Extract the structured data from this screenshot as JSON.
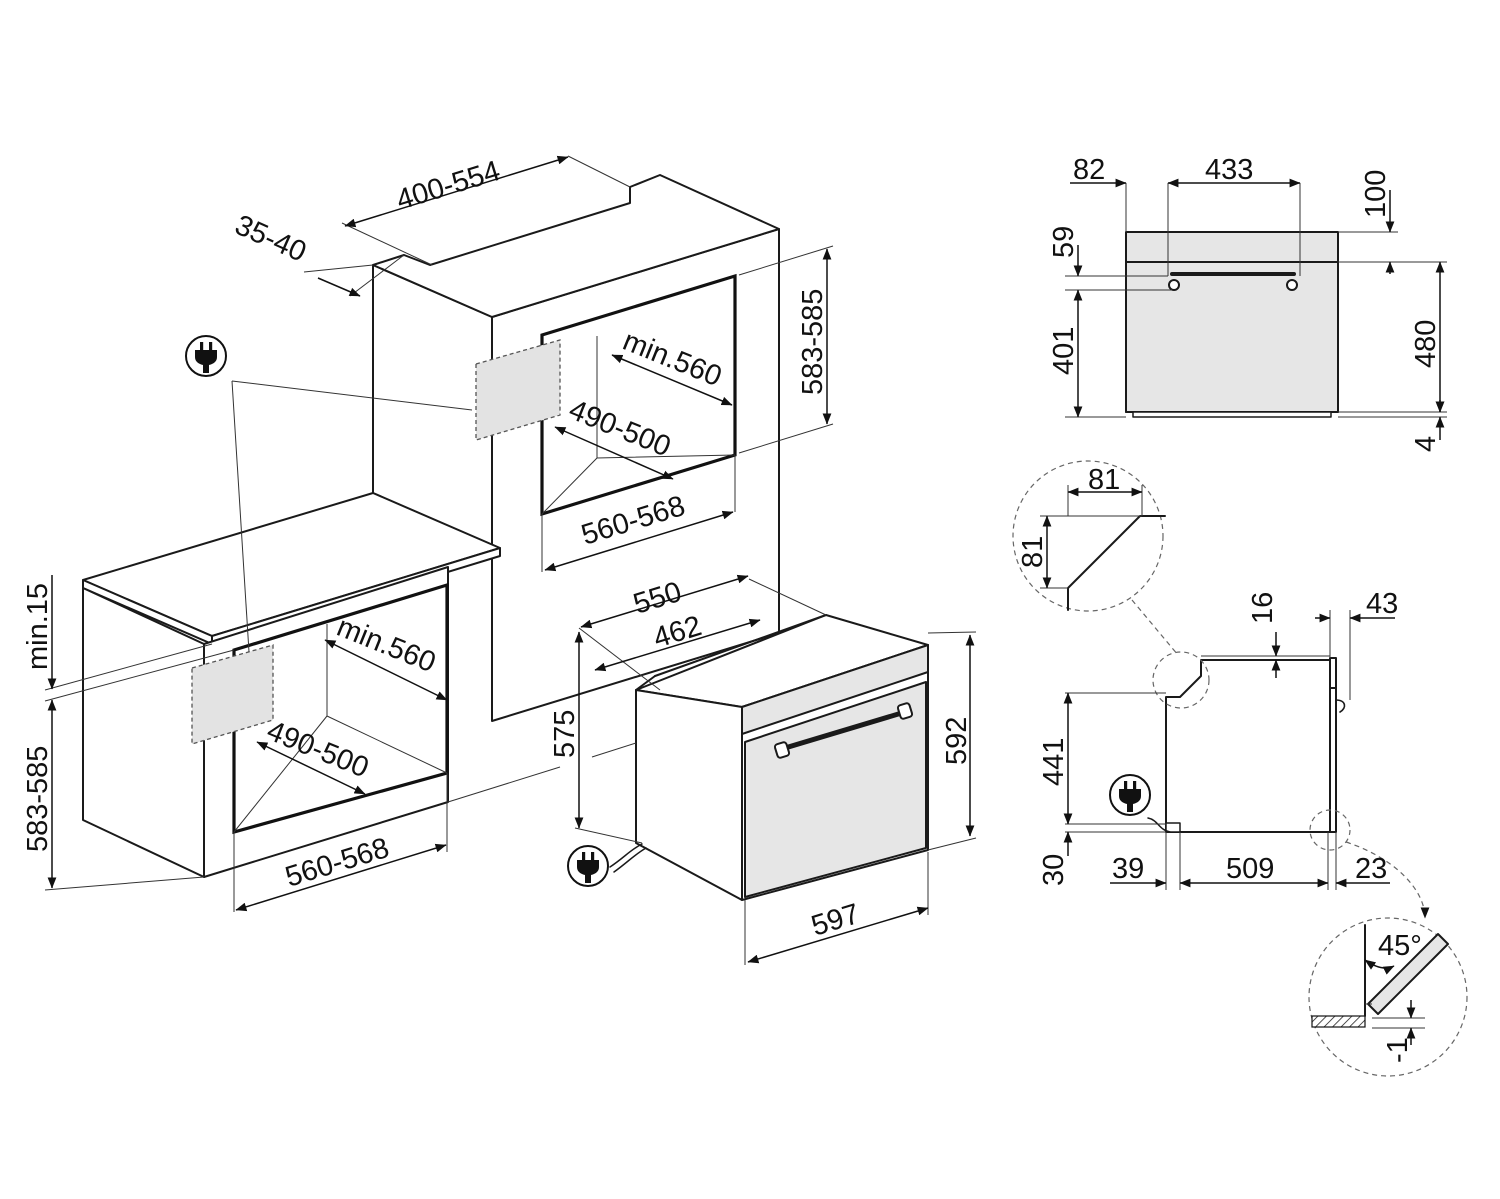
{
  "labels": {
    "d_400_554": "400-554",
    "d_35_40": "35-40",
    "d_583_585_upper": "583-585",
    "d_min560_upper": "min.560",
    "d_490_500_upper": "490-500",
    "d_560_568_upper": "560-568",
    "d_min15": "min.15",
    "d_583_585_lower": "583-585",
    "d_min560_lower": "min.560",
    "d_490_500_lower": "490-500",
    "d_560_568_lower": "560-568",
    "d_550": "550",
    "d_462": "462",
    "d_575": "575",
    "d_592": "592",
    "d_597": "597",
    "d_82": "82",
    "d_433": "433",
    "d_100": "100",
    "d_59": "59",
    "d_401": "401",
    "d_480": "480",
    "d_4": "4",
    "d_81_h": "81",
    "d_81_v": "81",
    "d_16": "16",
    "d_43": "43",
    "d_441": "441",
    "d_30": "30",
    "d_39": "39",
    "d_509": "509",
    "d_23": "23",
    "d_45deg": "45°",
    "d_minus1": "-1"
  },
  "icons": [
    "power-plug-icon"
  ],
  "colors": {
    "line": "#1a1a1a",
    "panel_fill": "#e6e6e6",
    "socket_fill": "#e3e3e3"
  }
}
